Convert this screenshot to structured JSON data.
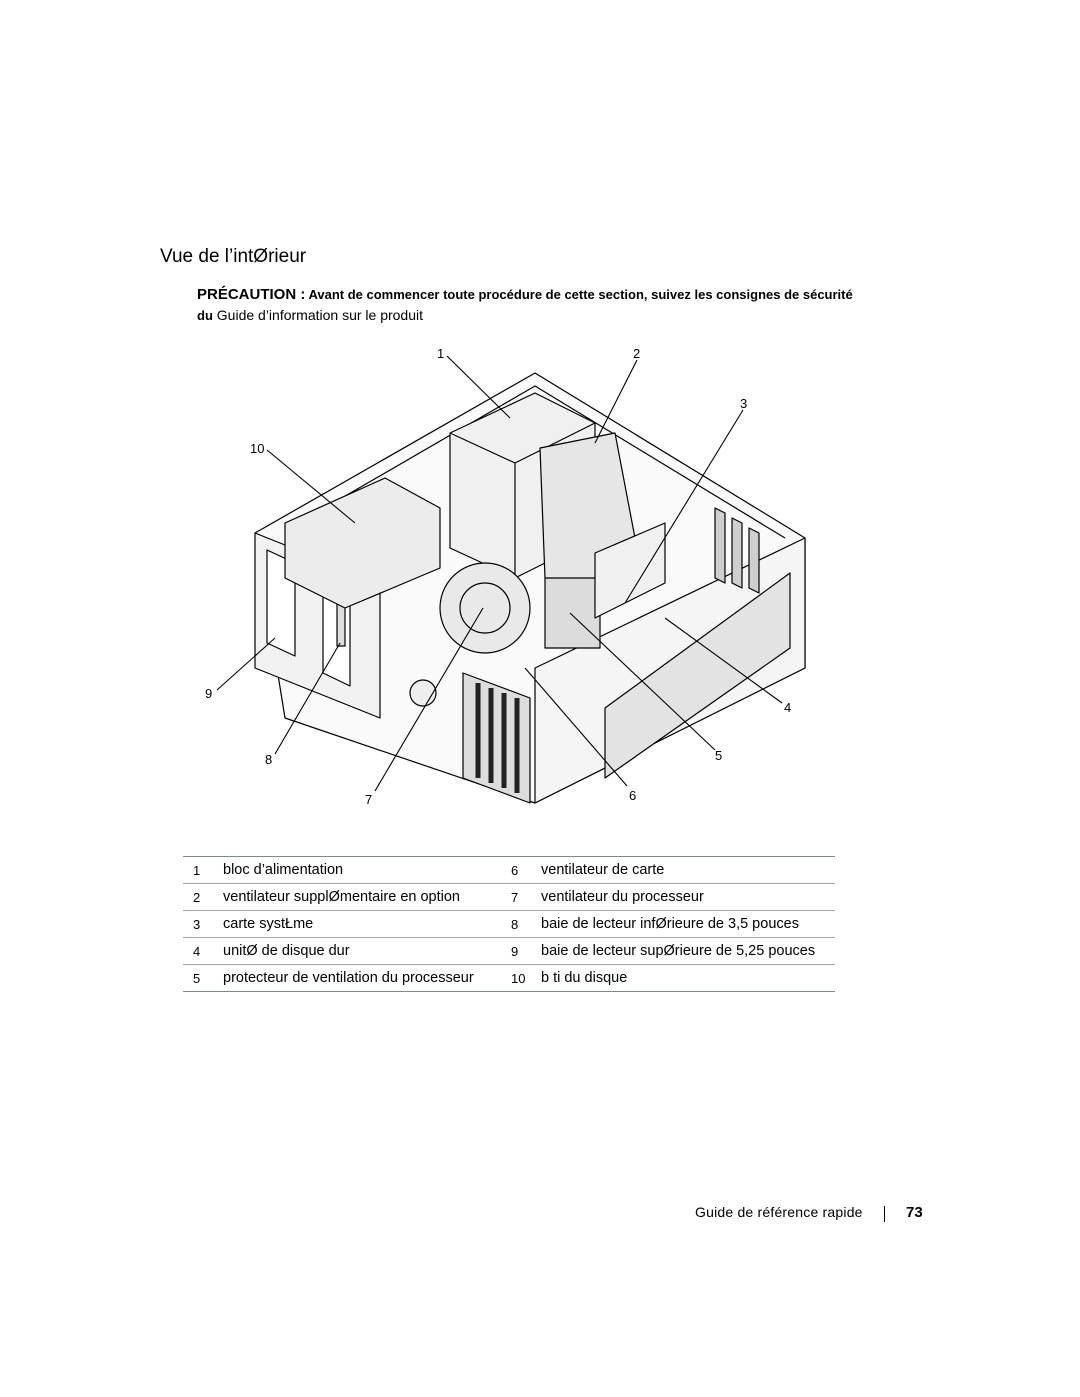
{
  "title": "Vue de l’intØrieur",
  "caution": {
    "lead": "PRÉCAUTION :",
    "bold_text": " Avant de commencer toute procédure de cette section, suivez les consignes de sécurité du",
    "plain_text": " Guide d’information sur le produit"
  },
  "callouts": [
    "1",
    "2",
    "3",
    "4",
    "5",
    "6",
    "7",
    "8",
    "9",
    "10"
  ],
  "legend": [
    {
      "n1": "1",
      "l1": "bloc d’alimentation",
      "n2": "6",
      "l2": "ventilateur de carte"
    },
    {
      "n1": "2",
      "l1": "ventilateur supplØmentaire en option",
      "n2": "7",
      "l2": "ventilateur du processeur"
    },
    {
      "n1": "3",
      "l1": "carte systŁme",
      "n2": "8",
      "l2": "baie de lecteur infØrieure de 3,5 pouces"
    },
    {
      "n1": "4",
      "l1": "unitØ de disque dur",
      "n2": "9",
      "l2": "baie de lecteur supØrieure de 5,25 pouces"
    },
    {
      "n1": "5",
      "l1": "protecteur de ventilation du processeur",
      "n2": "10",
      "l2": "b ti du disque"
    }
  ],
  "footer": {
    "text": "Guide de référence rapide",
    "page": "73"
  }
}
